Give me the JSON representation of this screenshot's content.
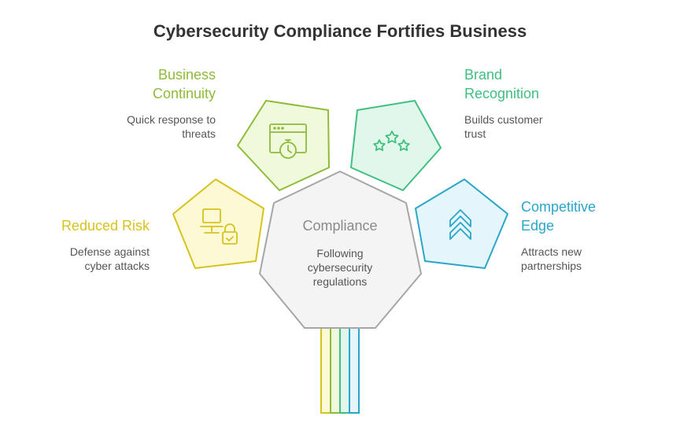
{
  "title": "Cybersecurity Compliance Fortifies Business",
  "center": {
    "label": "Compliance",
    "desc": "Following\ncybersecurity\nregulations"
  },
  "items": [
    {
      "label": "Reduced Risk",
      "desc": "Defense against\ncyber attacks",
      "color": "#d6c31d",
      "fill": "#fdf9d4",
      "icon": "laptop-lock-icon"
    },
    {
      "label": "Business\nContinuity",
      "desc": "Quick response to\nthreats",
      "color": "#8fbb3a",
      "fill": "#f1f9dd",
      "icon": "browser-stopwatch-icon"
    },
    {
      "label": "Brand\nRecognition",
      "desc": "Builds customer\ntrust",
      "color": "#3fbf80",
      "fill": "#e2f7ec",
      "icon": "stars-icon"
    },
    {
      "label": "Competitive\nEdge",
      "desc": "Attracts new\npartnerships",
      "color": "#2aa6c9",
      "fill": "#e4f5fb",
      "icon": "chevrons-up-icon"
    }
  ],
  "colors": {
    "center_stroke": "#a6a6a6",
    "center_fill": "#f4f4f4",
    "center_label": "#8a8a8a",
    "title": "#333333"
  }
}
